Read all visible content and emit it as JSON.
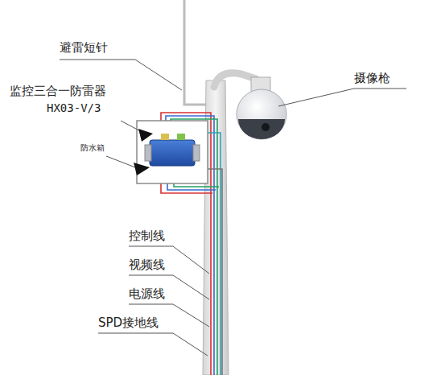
{
  "diagram": {
    "labels": [
      "避雷短针",
      "摄像枪",
      "监控三合一防雷器",
      "HX03-V/3",
      "防水箱",
      "控制线",
      "视频线",
      "电源线",
      "SPD接地线"
    ]
  }
}
